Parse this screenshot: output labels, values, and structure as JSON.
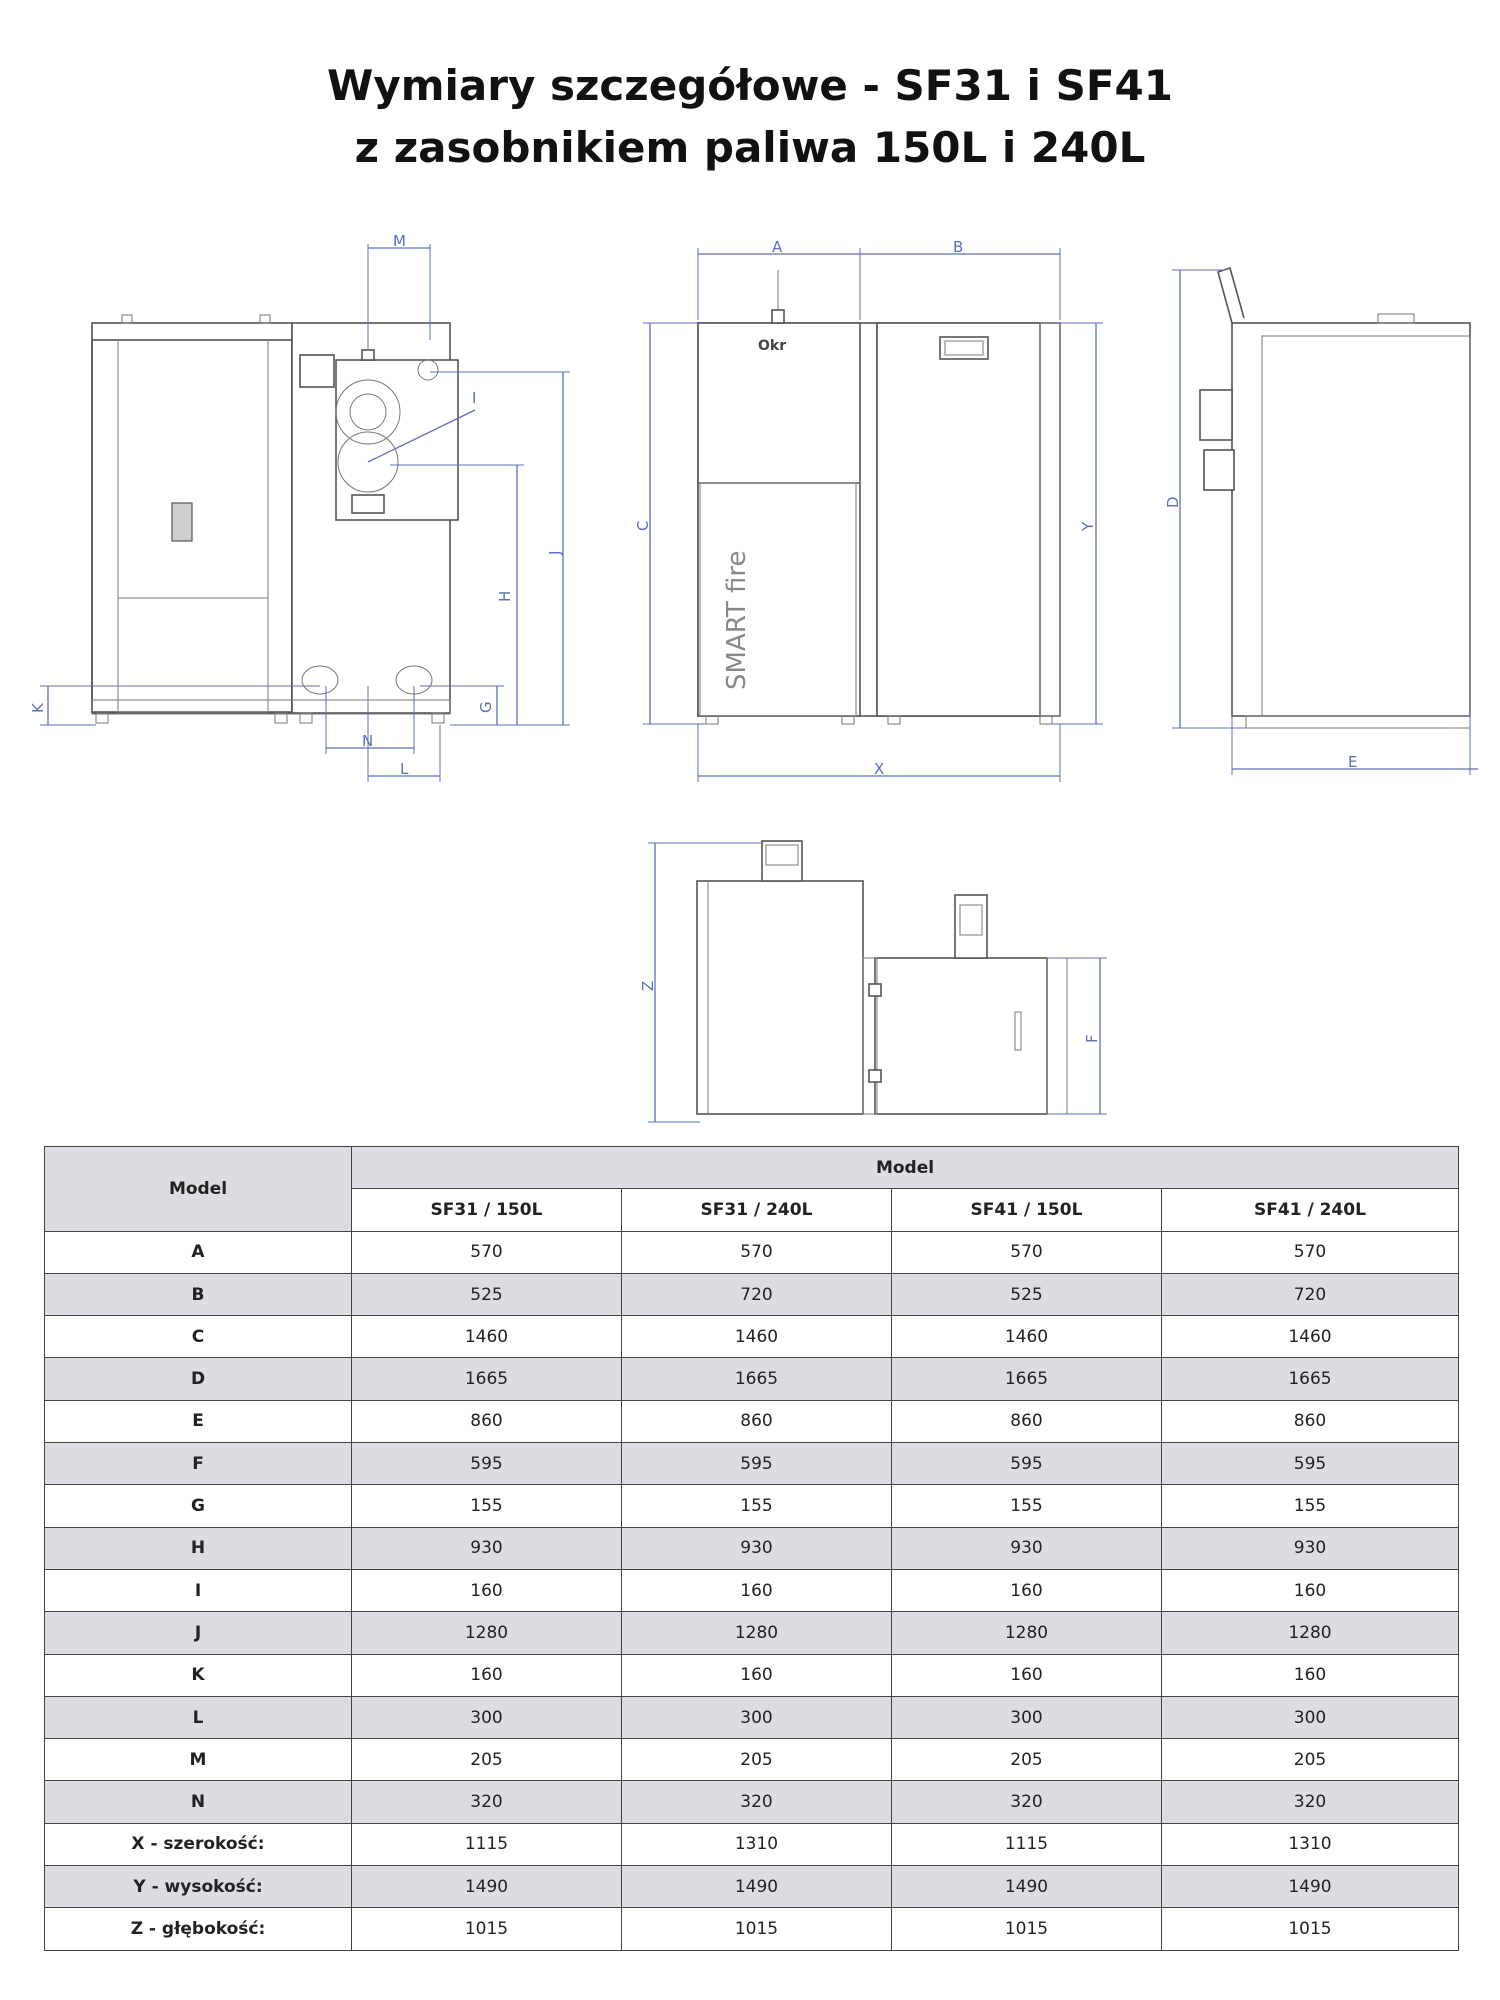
{
  "title": {
    "line1": "Wymiary szczegółowe - SF31 i SF41",
    "line2": "z zasobnikiem paliwa 150L i 240L"
  },
  "drawing_labels": {
    "front": {
      "M": "M",
      "I": "I",
      "J": "J",
      "H": "H",
      "G": "G",
      "K": "K",
      "N": "N",
      "L": "L"
    },
    "side_a": {
      "A": "A",
      "B": "B",
      "C": "C",
      "Y": "Y",
      "X": "X",
      "brand": "SMART fire",
      "logo": "Okr"
    },
    "side_b": {
      "D": "D",
      "E": "E"
    },
    "top": {
      "Z": "Z",
      "F": "F"
    }
  },
  "table": {
    "corner_header": "Model",
    "group_header": "Model",
    "columns": [
      "SF31 / 150L",
      "SF31 / 240L",
      "SF41 / 150L",
      "SF41 / 240L"
    ],
    "rows": [
      {
        "label": "A",
        "values": [
          "570",
          "570",
          "570",
          "570"
        ]
      },
      {
        "label": "B",
        "values": [
          "525",
          "720",
          "525",
          "720"
        ]
      },
      {
        "label": "C",
        "values": [
          "1460",
          "1460",
          "1460",
          "1460"
        ]
      },
      {
        "label": "D",
        "values": [
          "1665",
          "1665",
          "1665",
          "1665"
        ]
      },
      {
        "label": "E",
        "values": [
          "860",
          "860",
          "860",
          "860"
        ]
      },
      {
        "label": "F",
        "values": [
          "595",
          "595",
          "595",
          "595"
        ]
      },
      {
        "label": "G",
        "values": [
          "155",
          "155",
          "155",
          "155"
        ]
      },
      {
        "label": "H",
        "values": [
          "930",
          "930",
          "930",
          "930"
        ]
      },
      {
        "label": "I",
        "values": [
          "160",
          "160",
          "160",
          "160"
        ]
      },
      {
        "label": "J",
        "values": [
          "1280",
          "1280",
          "1280",
          "1280"
        ]
      },
      {
        "label": "K",
        "values": [
          "160",
          "160",
          "160",
          "160"
        ]
      },
      {
        "label": "L",
        "values": [
          "300",
          "300",
          "300",
          "300"
        ]
      },
      {
        "label": "M",
        "values": [
          "205",
          "205",
          "205",
          "205"
        ]
      },
      {
        "label": "N",
        "values": [
          "320",
          "320",
          "320",
          "320"
        ]
      },
      {
        "label": "X - szerokość:",
        "values": [
          "1115",
          "1310",
          "1115",
          "1310"
        ]
      },
      {
        "label": "Y - wysokość:",
        "values": [
          "1490",
          "1490",
          "1490",
          "1490"
        ]
      },
      {
        "label": "Z - głębokość:",
        "values": [
          "1015",
          "1015",
          "1015",
          "1015"
        ]
      }
    ]
  },
  "colors": {
    "dimension_lines": "#5c6fb8",
    "table_shade": "#dcdde2",
    "table_border": "#444444"
  }
}
